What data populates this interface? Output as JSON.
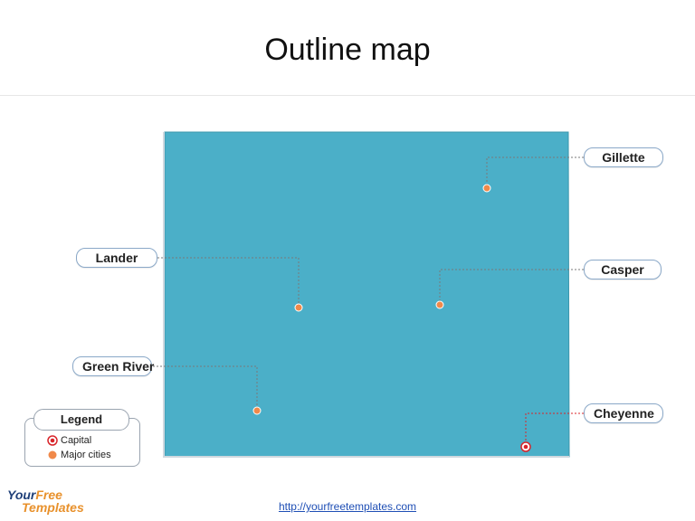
{
  "title": "Outline map",
  "colors": {
    "state_fill": "#4bafc8",
    "city_dot": "#f0894a",
    "capital_ring": "#d8242a",
    "leader_line": "#7a7a7a",
    "label_border": "#8aa8c8"
  },
  "cities": {
    "gillette": "Gillette",
    "lander": "Lander",
    "casper": "Casper",
    "green_river": "Green River",
    "cheyenne": "Cheyenne"
  },
  "legend": {
    "title": "Legend",
    "capital": "Capital",
    "major_cities": "Major cities"
  },
  "logo": {
    "line1_a": "Your",
    "line1_b": "Free",
    "line2": "Templates"
  },
  "footer_link": "http://yourfreetemplates.com"
}
